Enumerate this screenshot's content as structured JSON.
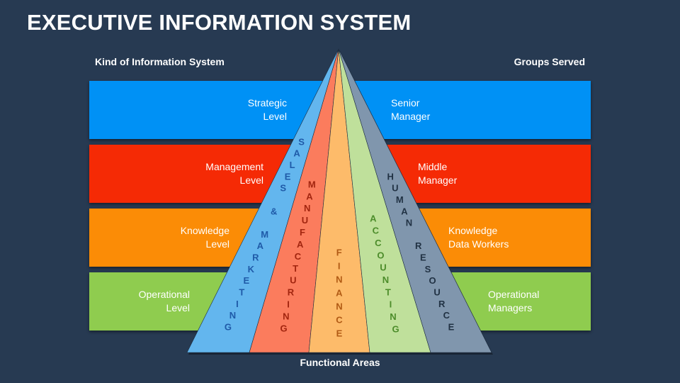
{
  "title": "EXECUTIVE INFORMATION SYSTEM",
  "left_header": "Kind of Information System",
  "right_header": "Groups Served",
  "footer": "Functional Areas",
  "levels": [
    {
      "left": [
        "Strategic",
        "Level"
      ],
      "right": [
        "Senior",
        "Manager"
      ],
      "color": "#0091f5"
    },
    {
      "left": [
        "Management",
        "Level"
      ],
      "right": [
        "Middle",
        "Manager"
      ],
      "color": "#f52a05"
    },
    {
      "left": [
        "Knowledge",
        "Level"
      ],
      "right": [
        "Knowledge",
        "Data Workers"
      ],
      "color": "#fb8c06"
    },
    {
      "left": [
        "Operational",
        "Level"
      ],
      "right": [
        "Operational",
        "Managers"
      ],
      "color": "#8fcc4f"
    }
  ],
  "functional_areas": [
    {
      "name": "SALES & MARKETING",
      "fill": "#63b6ee",
      "text": "#1f5aa8"
    },
    {
      "name": "MANUFACTURING",
      "fill": "#fb7c5d",
      "text": "#a2250f"
    },
    {
      "name": "FINANCE",
      "fill": "#fdbb6a",
      "text": "#b15a14"
    },
    {
      "name": "ACCOUNTING",
      "fill": "#bfe09b",
      "text": "#4c8c2a"
    },
    {
      "name": "HUMAN RESOURCE",
      "fill": "#8096ad",
      "text": "#213244"
    }
  ]
}
